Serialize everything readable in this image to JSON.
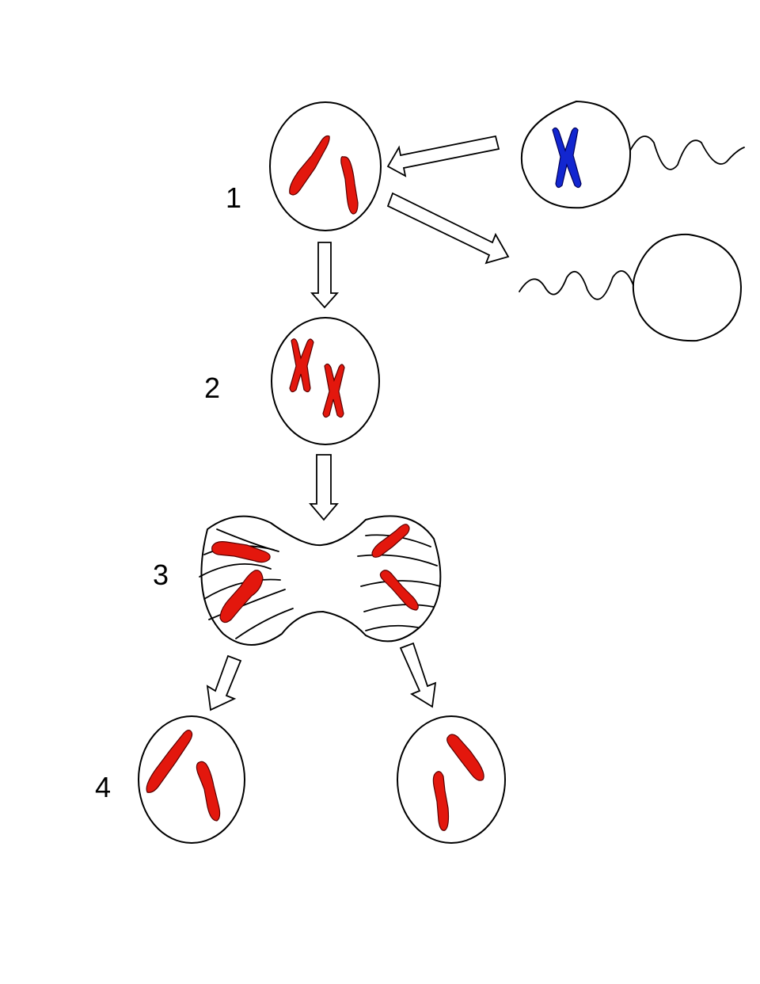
{
  "stages": [
    {
      "id": "1",
      "label": "1"
    },
    {
      "id": "2",
      "label": "2"
    },
    {
      "id": "3",
      "label": "3"
    },
    {
      "id": "4",
      "label": "4"
    }
  ],
  "colors": {
    "chromosome_red": "#e3170d",
    "chromosome_blue": "#1226d0",
    "outline": "#000000",
    "background": "#ffffff"
  },
  "icons": {
    "cell": "cell-outline-icon",
    "sperm": "sperm-cell-icon",
    "arrow": "hollow-arrow-icon"
  }
}
